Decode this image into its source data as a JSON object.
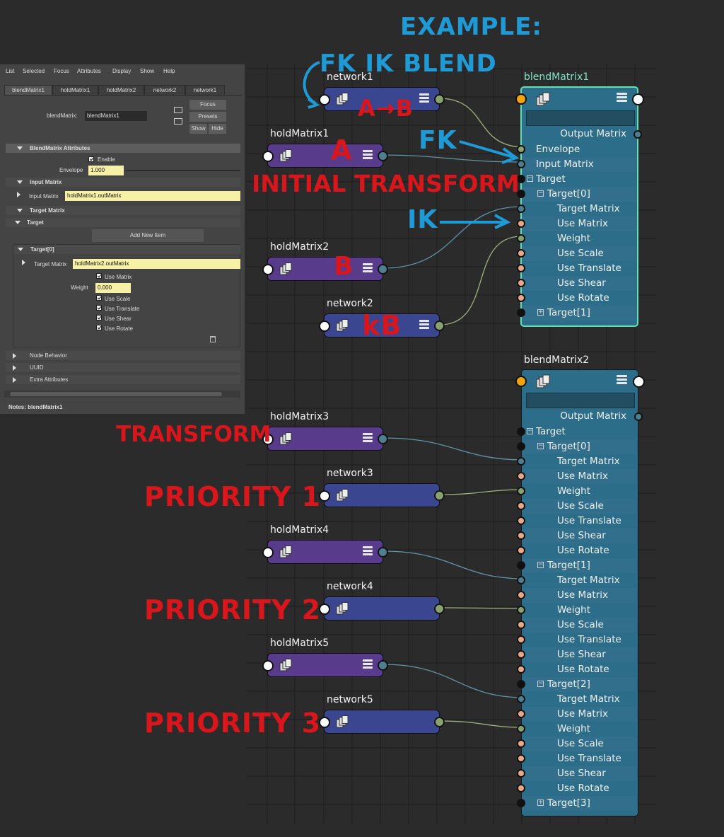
{
  "attribute_editor": {
    "menu": [
      "List",
      "Selected",
      "Focus",
      "Attributes",
      "Display",
      "Show",
      "Help"
    ],
    "tabs": [
      "blendMatrix1",
      "holdMatrix1",
      "holdMatrix2",
      "network2",
      "network1"
    ],
    "node_label": "blendMatrix:",
    "node_value": "blendMatrix1",
    "buttons": {
      "focus": "Focus",
      "presets": "Presets",
      "show": "Show",
      "hide": "Hide"
    },
    "sections": {
      "attributes": "BlendMatrix Attributes",
      "input_matrix": "Input Matrix",
      "target_matrix": "Target Matrix",
      "target": "Target",
      "target0": "Target[0]",
      "node_behavior": "Node Behavior",
      "uuid": "UUID",
      "extra": "Extra Attributes"
    },
    "enable_label": "Enable",
    "envelope_label": "Envelope",
    "envelope_value": "1.000",
    "input_matrix_label": "Input Matrix",
    "input_matrix_value": "holdMatrix1.outMatrix",
    "add_new_item": "Add New Item",
    "target_matrix_label": "Target Matrix",
    "target_matrix_value": "holdMatrix2.outMatrix",
    "use_matrix": "Use Matrix",
    "weight_label": "Weight",
    "weight_value": "0.000",
    "use_scale": "Use Scale",
    "use_translate": "Use Translate",
    "use_shear": "Use Shear",
    "use_rotate": "Use Rotate",
    "notes": "Notes:  blendMatrix1"
  },
  "nodes": {
    "network1": "network1",
    "holdMatrix1": "holdMatrix1",
    "holdMatrix2": "holdMatrix2",
    "network2": "network2",
    "holdMatrix3": "holdMatrix3",
    "network3": "network3",
    "holdMatrix4": "holdMatrix4",
    "network4": "network4",
    "holdMatrix5": "holdMatrix5",
    "network5": "network5"
  },
  "blend1": {
    "title": "blendMatrix1",
    "output": "Output Matrix",
    "rows": [
      "Envelope",
      "Input Matrix",
      "Target",
      "Target[0]",
      "Target Matrix",
      "Use Matrix",
      "Weight",
      "Use Scale",
      "Use Translate",
      "Use Shear",
      "Use Rotate",
      "Target[1]"
    ]
  },
  "blend2": {
    "title": "blendMatrix2",
    "output": "Output Matrix",
    "rows": [
      "Target",
      "Target[0]",
      "Target Matrix",
      "Use Matrix",
      "Weight",
      "Use Scale",
      "Use Translate",
      "Use Shear",
      "Use Rotate",
      "Target[1]",
      "Target Matrix",
      "Use Matrix",
      "Weight",
      "Use Scale",
      "Use Translate",
      "Use Shear",
      "Use Rotate",
      "Target[2]",
      "Target Matrix",
      "Use Matrix",
      "Weight",
      "Use Scale",
      "Use Translate",
      "Use Shear",
      "Use Rotate",
      "Target[3]"
    ]
  },
  "annotations": {
    "example": "EXAMPLE:",
    "fkik": "FK IK  BLEND",
    "a_to_b": "A→B",
    "a": "A",
    "b": "B",
    "kb": "kB",
    "initial": "INITIAL TRANSFORM",
    "fk": "FK",
    "ik": "IK",
    "transform": "TRANSFORM",
    "p1": "PRIORITY   1",
    "p2": "PRIORITY   2",
    "p3": "PRIORITY   3"
  },
  "colors": {
    "annot_blue": "#1e9bd7",
    "annot_red": "#d8161c",
    "node_network": "#3a4790",
    "node_hold": "#583b8a",
    "blend_node": "#2c6d89",
    "select_outline": "#5fe0b0"
  }
}
